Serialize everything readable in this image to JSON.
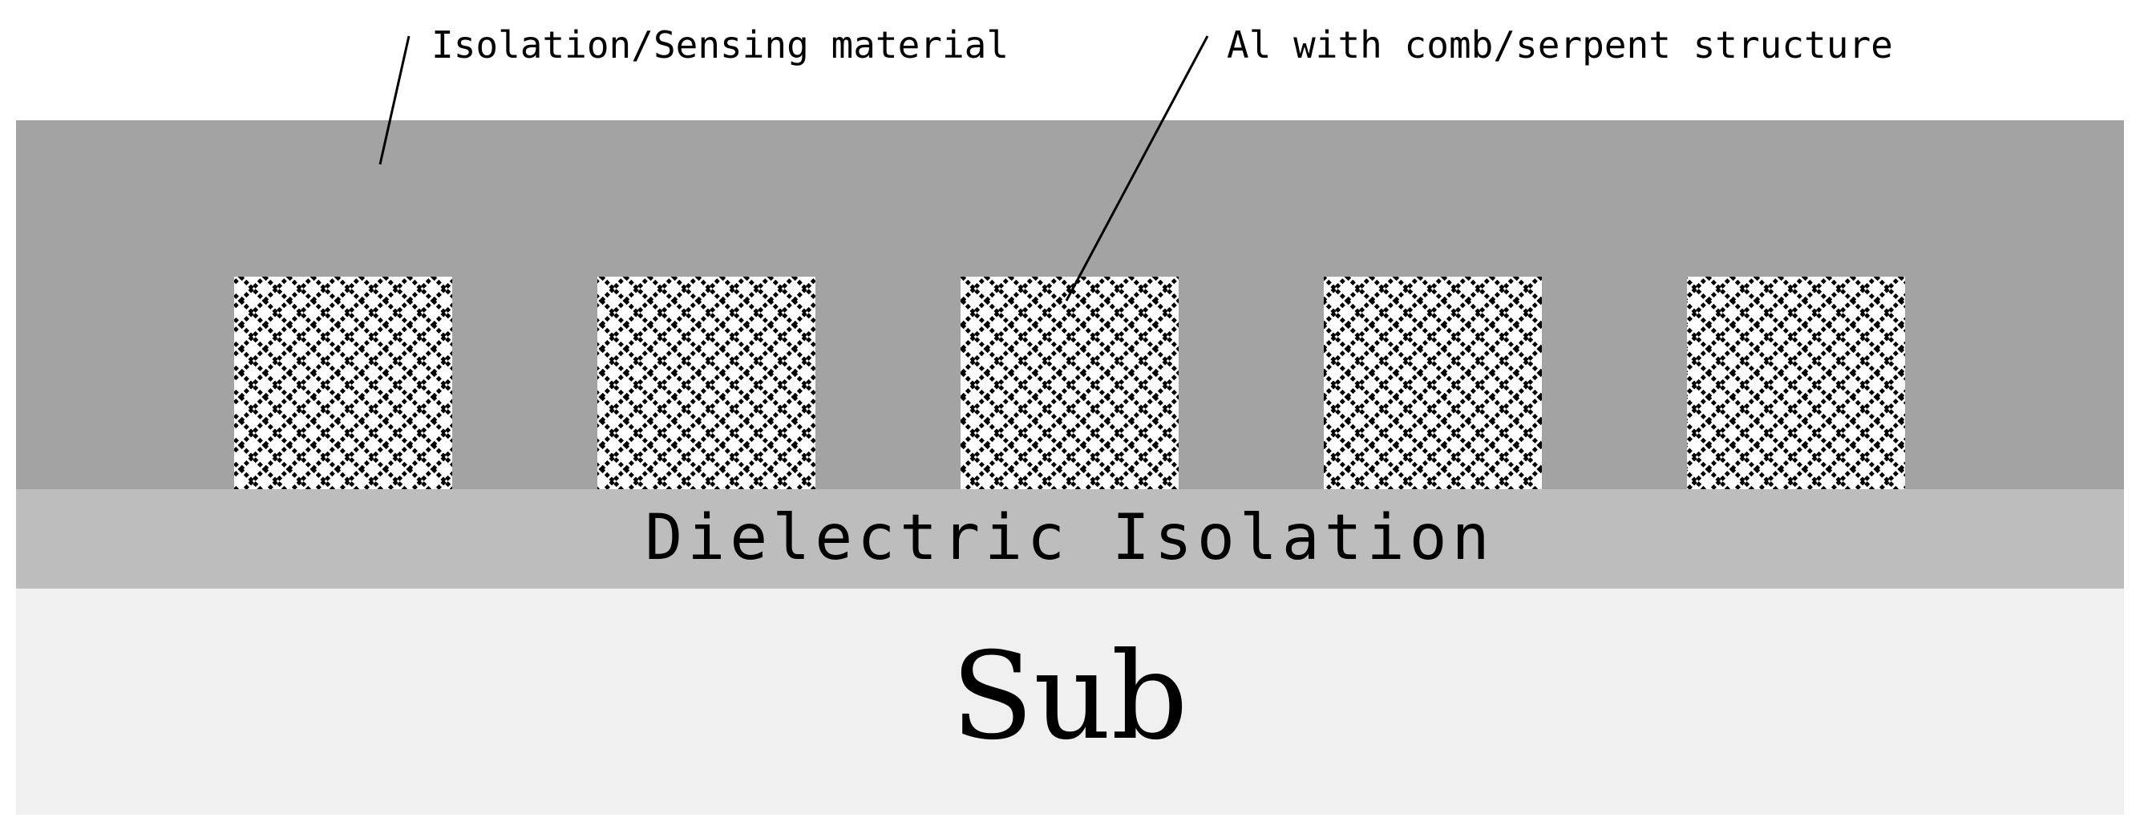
{
  "labels": {
    "isolation_sensing": "Isolation/Sensing material",
    "al_structure": "Al with comb/serpent structure",
    "dielectric": "Dielectric Isolation",
    "substrate": "Sub"
  },
  "layers": {
    "sensing_material": {
      "name": "isolation-sensing-layer",
      "color": "#a3a3a3"
    },
    "dielectric_isolation": {
      "name": "dielectric-isolation-layer",
      "color": "#bdbdbd"
    },
    "substrate": {
      "name": "substrate-layer",
      "color": "#f0f0f0"
    }
  },
  "electrodes": {
    "count": 5,
    "pattern": "checkered-diamond-hatch",
    "pattern_color": "#000000",
    "background_color": "#ffffff"
  }
}
